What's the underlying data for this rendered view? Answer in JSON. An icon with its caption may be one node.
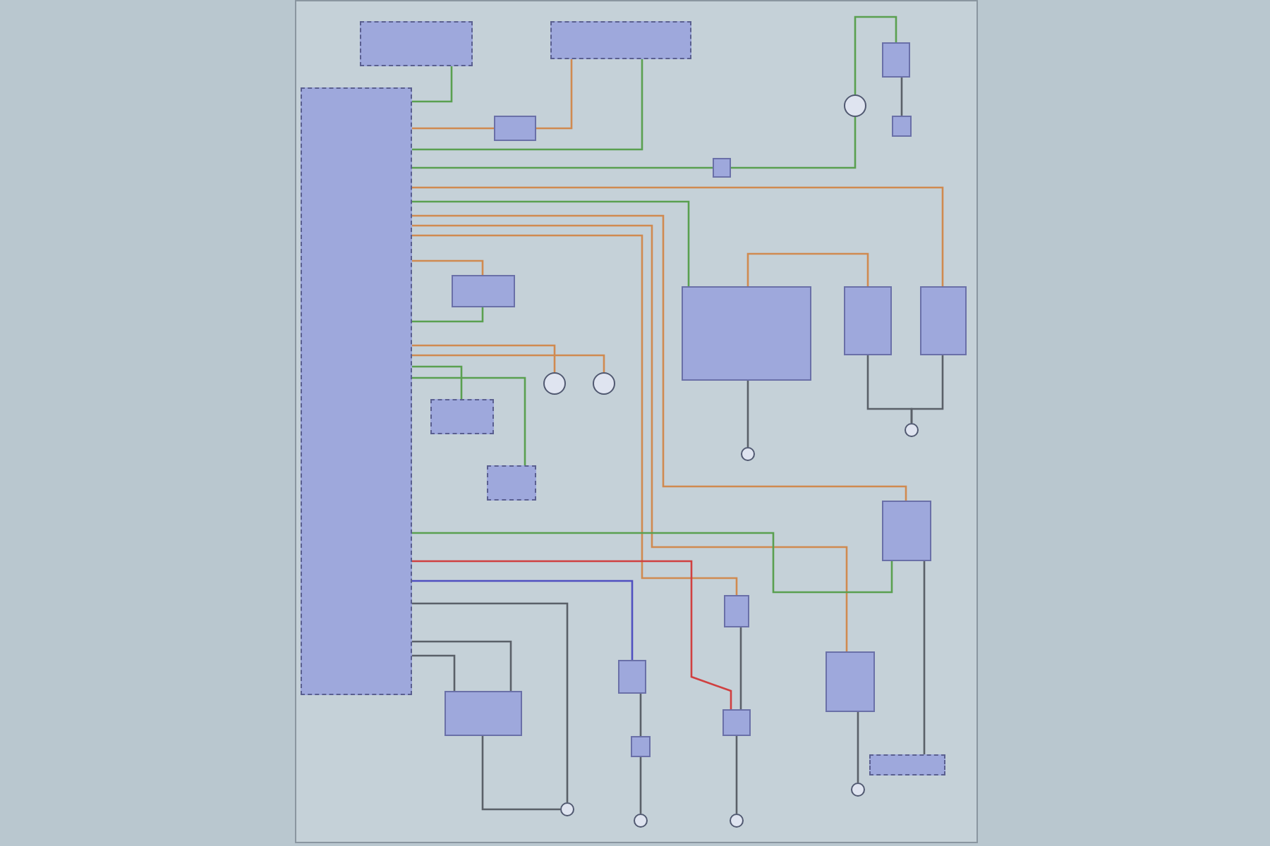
{
  "diagram": {
    "nodes": [
      {
        "text": [],
        "shape": "box"
      },
      {
        "text": [],
        "shape": "box"
      },
      {
        "text": [],
        "shape": "box"
      },
      {
        "text": [],
        "shape": "box"
      },
      {
        "text": [],
        "shape": "box"
      },
      {
        "text": [],
        "shape": "circle"
      },
      {
        "text": [],
        "shape": "box"
      },
      {
        "text": [],
        "shape": "box"
      },
      {
        "text": [],
        "shape": "box"
      },
      {
        "text": [],
        "shape": "box"
      },
      {
        "text": [],
        "shape": "box"
      },
      {
        "text": [],
        "shape": "box"
      },
      {
        "text": [],
        "shape": "box"
      },
      {
        "text": [],
        "shape": "circle"
      },
      {
        "text": [],
        "shape": "circle"
      },
      {
        "text": [],
        "shape": "box"
      },
      {
        "text": [],
        "shape": "box"
      },
      {
        "text": [],
        "shape": "box"
      },
      {
        "text": [],
        "shape": "box"
      },
      {
        "text": [],
        "shape": "box"
      },
      {
        "text": [],
        "shape": "box"
      },
      {
        "text": [],
        "shape": "box"
      },
      {
        "text": [],
        "shape": "box"
      },
      {
        "text": [],
        "shape": "box"
      },
      {
        "text": [],
        "shape": "circle"
      },
      {
        "text": [],
        "shape": "circle"
      },
      {
        "text": [],
        "shape": "circle"
      },
      {
        "text": [],
        "shape": "circle"
      },
      {
        "text": [],
        "shape": "circle"
      },
      {
        "text": [],
        "shape": "circle"
      }
    ],
    "edges": [
      {
        "from": 1,
        "to": 0,
        "arrow": "none",
        "color": "#5aa050"
      },
      {
        "from": 2,
        "to": 3,
        "arrow": "none",
        "color": "#d08a50"
      },
      {
        "from": 3,
        "to": 0,
        "arrow": "none",
        "color": "#d08a50"
      },
      {
        "from": 2,
        "to": 0,
        "arrow": "none",
        "color": "#5aa050"
      },
      {
        "from": 0,
        "to": 7,
        "arrow": "none",
        "color": "#5aa050"
      },
      {
        "from": 7,
        "to": 5,
        "arrow": "none",
        "color": "#5aa050"
      },
      {
        "from": 4,
        "to": 5,
        "arrow": "none",
        "color": "#5aa050"
      },
      {
        "from": 4,
        "to": 6,
        "arrow": "none"
      },
      {
        "from": 0,
        "to": 11,
        "arrow": "none",
        "color": "#d08a50"
      },
      {
        "from": 0,
        "to": 9,
        "arrow": "none",
        "color": "#5aa050"
      },
      {
        "from": 0,
        "to": 16,
        "arrow": "none",
        "color": "#d08a50"
      },
      {
        "from": 0,
        "to": 20,
        "arrow": "none",
        "color": "#d08a50"
      },
      {
        "from": 0,
        "to": 17,
        "arrow": "none",
        "color": "#d08a50"
      },
      {
        "from": 9,
        "to": 10,
        "arrow": "none",
        "color": "#d08a50"
      },
      {
        "from": 0,
        "to": 8,
        "arrow": "none",
        "color": "#d08a50"
      },
      {
        "from": 8,
        "to": 0,
        "arrow": "none",
        "color": "#5aa050"
      },
      {
        "from": 0,
        "to": 13,
        "arrow": "none",
        "color": "#d08a50"
      },
      {
        "from": 0,
        "to": 14,
        "arrow": "none",
        "color": "#d08a50"
      },
      {
        "from": 0,
        "to": 12,
        "arrow": "none",
        "color": "#5aa050"
      },
      {
        "from": 0,
        "to": 15,
        "arrow": "none",
        "color": "#5aa050"
      },
      {
        "from": 9,
        "to": 28,
        "arrow": "none"
      },
      {
        "from": 10,
        "to": 29,
        "arrow": "none"
      },
      {
        "from": 11,
        "to": 29,
        "arrow": "none"
      },
      {
        "from": 0,
        "to": 16,
        "arrow": "none",
        "color": "#5aa050"
      },
      {
        "from": 0,
        "to": 19,
        "arrow": "none",
        "color": "#d04040"
      },
      {
        "from": 0,
        "to": 18,
        "arrow": "none",
        "color": "#5050c0"
      },
      {
        "from": 18,
        "to": 22,
        "arrow": "none"
      },
      {
        "from": 22,
        "to": 25,
        "arrow": "none"
      },
      {
        "from": 17,
        "to": 19,
        "arrow": "none"
      },
      {
        "from": 19,
        "to": 26,
        "arrow": "none"
      },
      {
        "from": 0,
        "to": 21,
        "arrow": "none"
      },
      {
        "from": 0,
        "to": 21,
        "arrow": "none"
      },
      {
        "from": 21,
        "to": 24,
        "arrow": "none"
      },
      {
        "from": 0,
        "to": 24,
        "arrow": "none"
      },
      {
        "from": 20,
        "to": 27,
        "arrow": "none"
      },
      {
        "from": 16,
        "to": 23,
        "arrow": "none"
      }
    ]
  }
}
